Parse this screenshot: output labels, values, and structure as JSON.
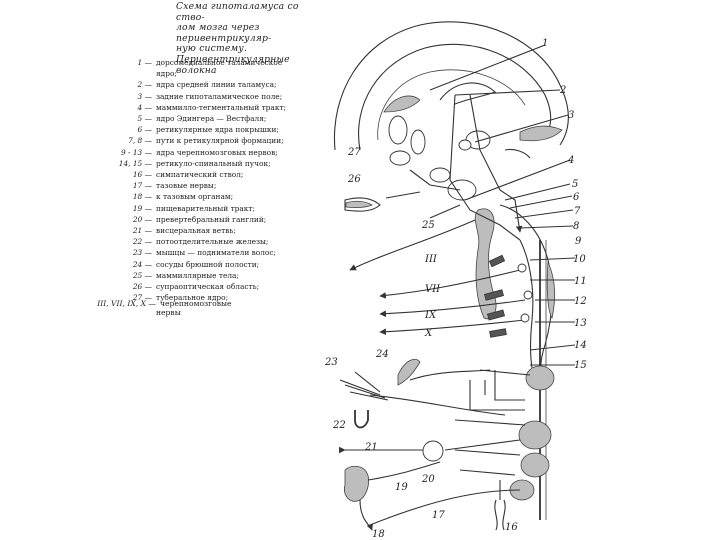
{
  "title_lines": [
    "Схема гипоталамуса со ство-",
    "лом мозга через перивентрикуляр-",
    "ную систему. Перивентрикулярные",
    "волокна"
  ],
  "legend": [
    {
      "num": "1 —",
      "text": "дорсомедиальное таламическое"
    },
    {
      "num": "",
      "text": "ядро;"
    },
    {
      "num": "2 —",
      "text": "ядра средней линии таламуса;"
    },
    {
      "num": "3 —",
      "text": "задние гипоталамическое поле;"
    },
    {
      "num": "4 —",
      "text": "маммилло-тегментальный тракт;"
    },
    {
      "num": "5 —",
      "text": "ядро Эдингера — Вестфаля;"
    },
    {
      "num": "6 —",
      "text": "ретикулярные ядра покрышки;"
    },
    {
      "num": "7, 8 —",
      "text": "пути к ретикулярной формации;"
    },
    {
      "num": "9 - 13 —",
      "text": "ядра черепномозговых нервов;"
    },
    {
      "num": "14, 15 —",
      "text": "ретикуло-спинальный пучок;"
    },
    {
      "num": "16 —",
      "text": "симпатический ствол;"
    },
    {
      "num": "17 —",
      "text": "тазовые нервы;"
    },
    {
      "num": "18 —",
      "text": "к тазовым органам;"
    },
    {
      "num": "19 —",
      "text": "пищеварительный тракт;"
    },
    {
      "num": "20 —",
      "text": "превертебральный ганглий;"
    },
    {
      "num": "21 —",
      "text": "висцеральная ветвь;"
    },
    {
      "num": "22 —",
      "text": "потоотделительные железы;"
    },
    {
      "num": "23 —",
      "text": "мышцы — подниматели волос;"
    },
    {
      "num": "24 —",
      "text": "сосуды брюшной полости;"
    },
    {
      "num": "25 —",
      "text": "маммиллярные тела;"
    },
    {
      "num": "26 —",
      "text": "супраоптическая область;"
    },
    {
      "num": "27 —",
      "text": "туберальное ядро;"
    }
  ],
  "legend_last": {
    "num": "III, VII, IX, X —",
    "text_1": "черепномозговые",
    "text_2": "нервы"
  },
  "diagram_labels": {
    "n1": "1",
    "n2": "2",
    "n3": "3",
    "n4": "4",
    "n5": "5",
    "n6": "6",
    "n7": "7",
    "n8": "8",
    "n9": "9",
    "n10": "10",
    "n11": "11",
    "n12": "12",
    "n13": "13",
    "n14": "14",
    "n15": "15",
    "n16": "16",
    "n17": "17",
    "n18": "18",
    "n19": "19",
    "n20": "20",
    "n21": "21",
    "n22": "22",
    "n23": "23",
    "n24": "24",
    "n25": "25",
    "n26": "26",
    "n27": "27",
    "nIII": "III",
    "nVII": "VII",
    "nIX": "IX",
    "nX": "X"
  }
}
